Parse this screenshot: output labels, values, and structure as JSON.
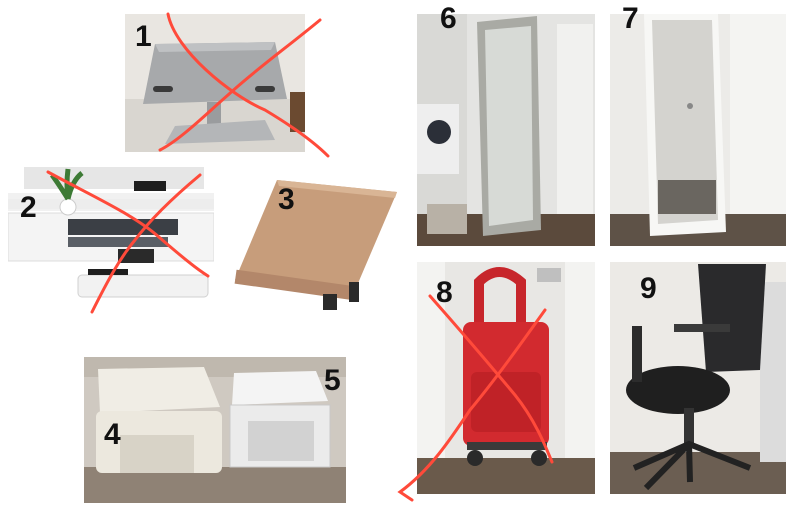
{
  "items": [
    {
      "number": "1",
      "object": "laptop stand",
      "crossed_out": true
    },
    {
      "number": "2",
      "object": "monitor desk riser",
      "crossed_out": true
    },
    {
      "number": "3",
      "object": "wooden book stand",
      "crossed_out": false
    },
    {
      "number": "4",
      "object": "plastic step stool",
      "crossed_out": false
    },
    {
      "number": "5",
      "object": "folding step stool",
      "crossed_out": false
    },
    {
      "number": "6",
      "object": "leaning mirror with grey frame",
      "crossed_out": false
    },
    {
      "number": "7",
      "object": "leaning mirror with white frame",
      "crossed_out": false
    },
    {
      "number": "8",
      "object": "red shopping trolley",
      "crossed_out": true
    },
    {
      "number": "9",
      "object": "black office chair",
      "crossed_out": false
    }
  ],
  "colors": {
    "cross_mark": "#ff4a3a",
    "label_text": "#111111"
  }
}
